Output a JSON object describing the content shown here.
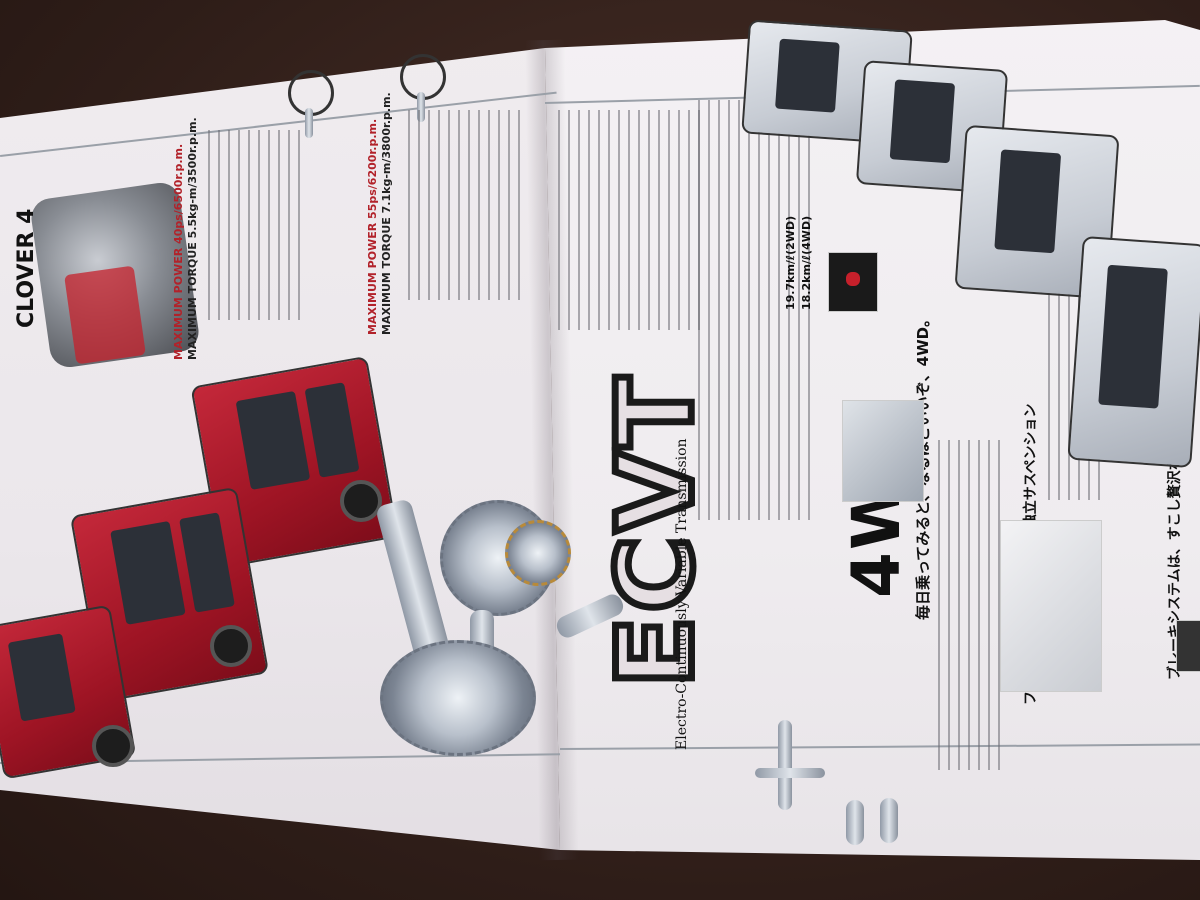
{
  "scene": {
    "colors": {
      "background": "#3a2620",
      "paper": "#f0ecef",
      "accent_red": "#b2222a",
      "van_red": "#c4283a",
      "van_silver": "#c7ccd4",
      "logo_outline": "#1a1a1a"
    }
  },
  "left_page": {
    "brand": "CLOVER 4",
    "specs_1": [
      "MAXIMUM POWER 40ps/6500r.p.m.",
      "MAXIMUM TORQUE 5.5kg-m/3500r.p.m."
    ],
    "specs_2": [
      "MAXIMUM POWER 55ps/6200r.p.m.",
      "MAXIMUM TORQUE 7.1kg-m/3800r.p.m."
    ]
  },
  "right_page": {
    "ecvt_logo": "ECVT",
    "ecvt_subtitle": "Electro-Continuously Variable Transmission",
    "fourwd_logo": "4WD",
    "fourwd_headline": "毎日乗ってみると、なるほどいいぞ、4WD。",
    "suspension_headline": "フットワークいきいき、4輪独立サスペンション",
    "brake_headline": "ブレーキシステムは、すこし贅沢なくらいがいい。",
    "fuel_economy": [
      "19.7km/ℓ(2WD)",
      "18.2km/ℓ(4WD)"
    ]
  }
}
